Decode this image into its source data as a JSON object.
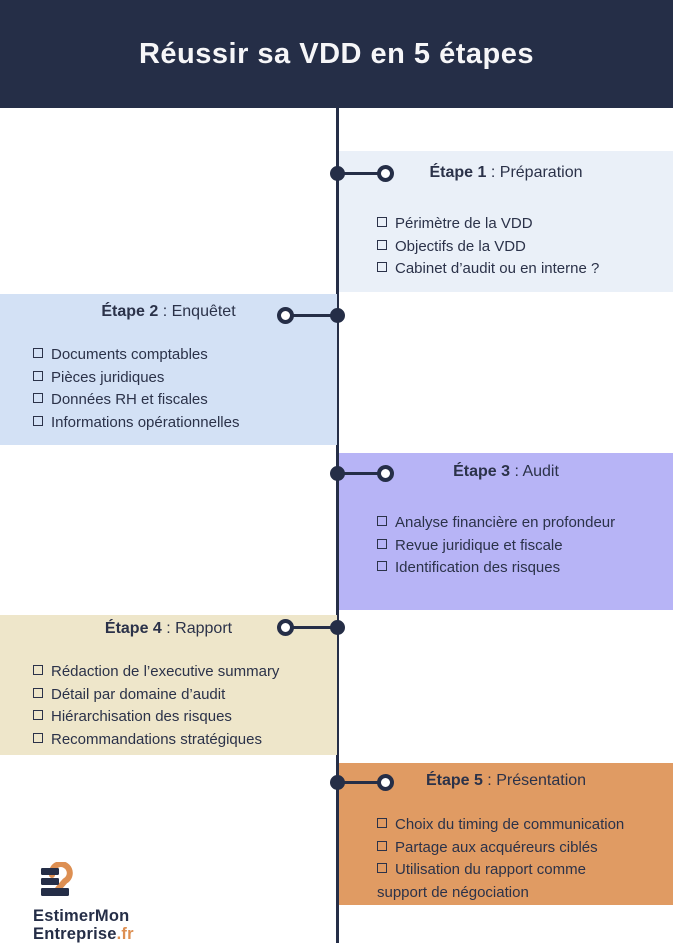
{
  "header": {
    "title": "Réussir sa VDD en 5 étapes"
  },
  "separator": " : ",
  "steps": [
    {
      "label": "Étape 1",
      "name": "Préparation",
      "side": "right",
      "panel_color": "#eaf0f8",
      "items": [
        "Périmètre de la VDD",
        "Objectifs de la VDD",
        "Cabinet d’audit ou en interne ?"
      ]
    },
    {
      "label": "Étape 2",
      "name": "Enquêtet",
      "side": "left",
      "panel_color": "#d3e1f5",
      "items": [
        "Documents comptables",
        "Pièces juridiques",
        "Données RH et fiscales",
        "Informations opérationnelles"
      ]
    },
    {
      "label": "Étape 3",
      "name": "Audit",
      "side": "right",
      "panel_color": "#b7b4f6",
      "items": [
        "Analyse financière en profondeur",
        "Revue juridique et fiscale",
        "Identification des risques"
      ]
    },
    {
      "label": "Étape 4",
      "name": "Rapport",
      "side": "left",
      "panel_color": "#eee6ca",
      "items": [
        "Rédaction de l’executive summary",
        "Détail par domaine d’audit",
        "Hiérarchisation des risques",
        "Recommandations stratégiques"
      ]
    },
    {
      "label": "Étape 5",
      "name": "Présentation",
      "side": "right",
      "panel_color": "#e09b63",
      "items": [
        "Choix du timing de communication",
        "Partage aux acquéreurs ciblés",
        "Utilisation du rapport comme support de négociation"
      ]
    }
  ],
  "footer": {
    "brand_line1": "EstimerMon",
    "brand_line2": "Entreprise",
    "brand_tld": ".fr"
  },
  "icons": {
    "bullet": "square-outline-icon",
    "logo": "estimer-mon-entreprise-logo"
  },
  "colors": {
    "header_bg": "#252e47",
    "timeline": "#252e47",
    "text": "#2b3249",
    "accent_orange": "#dd8f52"
  }
}
